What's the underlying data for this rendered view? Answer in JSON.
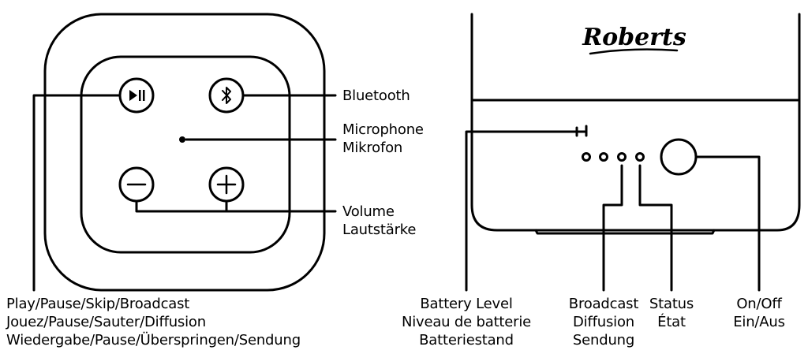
{
  "left_panel": {
    "labels": {
      "bluetooth": "Bluetooth",
      "microphone": [
        "Microphone",
        "Mikrofon"
      ],
      "volume": [
        "Volume",
        "Lautstärke"
      ],
      "play": [
        "Play/Pause/Skip/Broadcast",
        "Jouez/Pause/Sauter/Diffusion",
        "Wiedergabe/Pause/Überspringen/Sendung"
      ]
    },
    "icons": [
      "play-pause-icon",
      "bluetooth-icon",
      "minus-icon",
      "plus-icon"
    ]
  },
  "right_panel": {
    "logo_text": "Roberts",
    "labels": {
      "battery": [
        "Battery Level",
        "Niveau de batterie",
        "Batteriestand"
      ],
      "broadcast": [
        "Broadcast",
        "Diffusion",
        "Sendung"
      ],
      "status": [
        "Status",
        "État"
      ],
      "onoff": [
        "On/Off",
        "Ein/Aus"
      ]
    }
  }
}
